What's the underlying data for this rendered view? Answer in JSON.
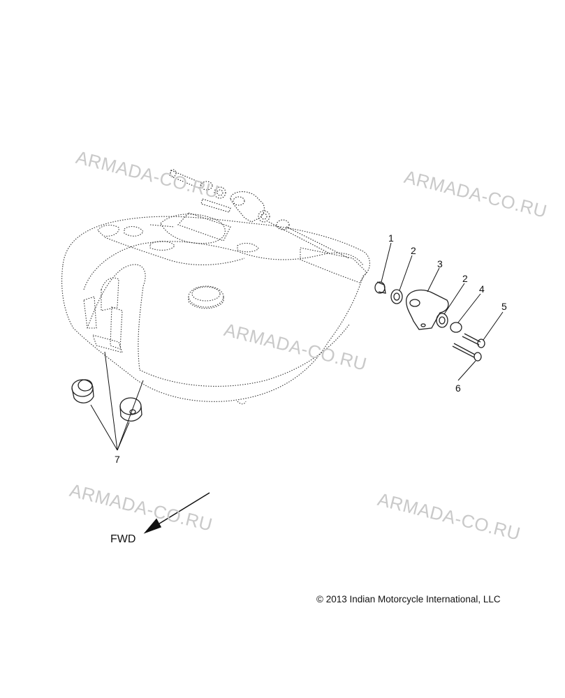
{
  "callouts": {
    "c1": "1",
    "c2a": "2",
    "c3": "3",
    "c2b": "2",
    "c4": "4",
    "c5": "5",
    "c6": "6",
    "c7": "7"
  },
  "direction_label": "FWD",
  "copyright": "© 2013 Indian Motorcycle International, LLC",
  "watermarks": [
    "ARMADA-CO.RU",
    "ARMADA-CO.RU",
    "ARMADA-CO.RU",
    "ARMADA-CO.RU",
    "ARMADA-CO.RU"
  ],
  "colors": {
    "line": "#222222",
    "watermark": "#c9c9c9",
    "background": "#ffffff"
  }
}
